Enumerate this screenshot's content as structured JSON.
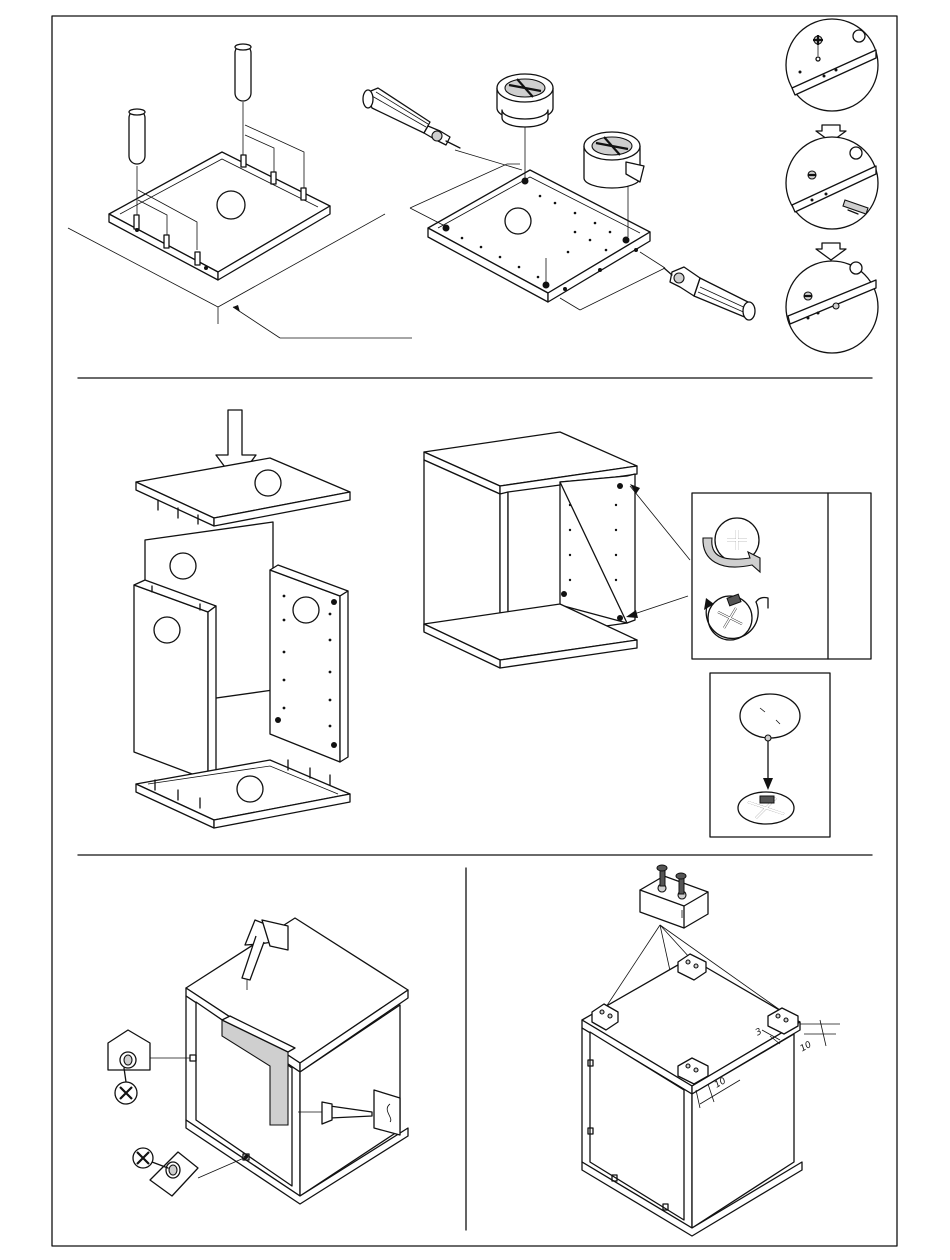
{
  "dimensions": {
    "right_offset": "10",
    "front_offset": "10",
    "top_offset": "3"
  }
}
